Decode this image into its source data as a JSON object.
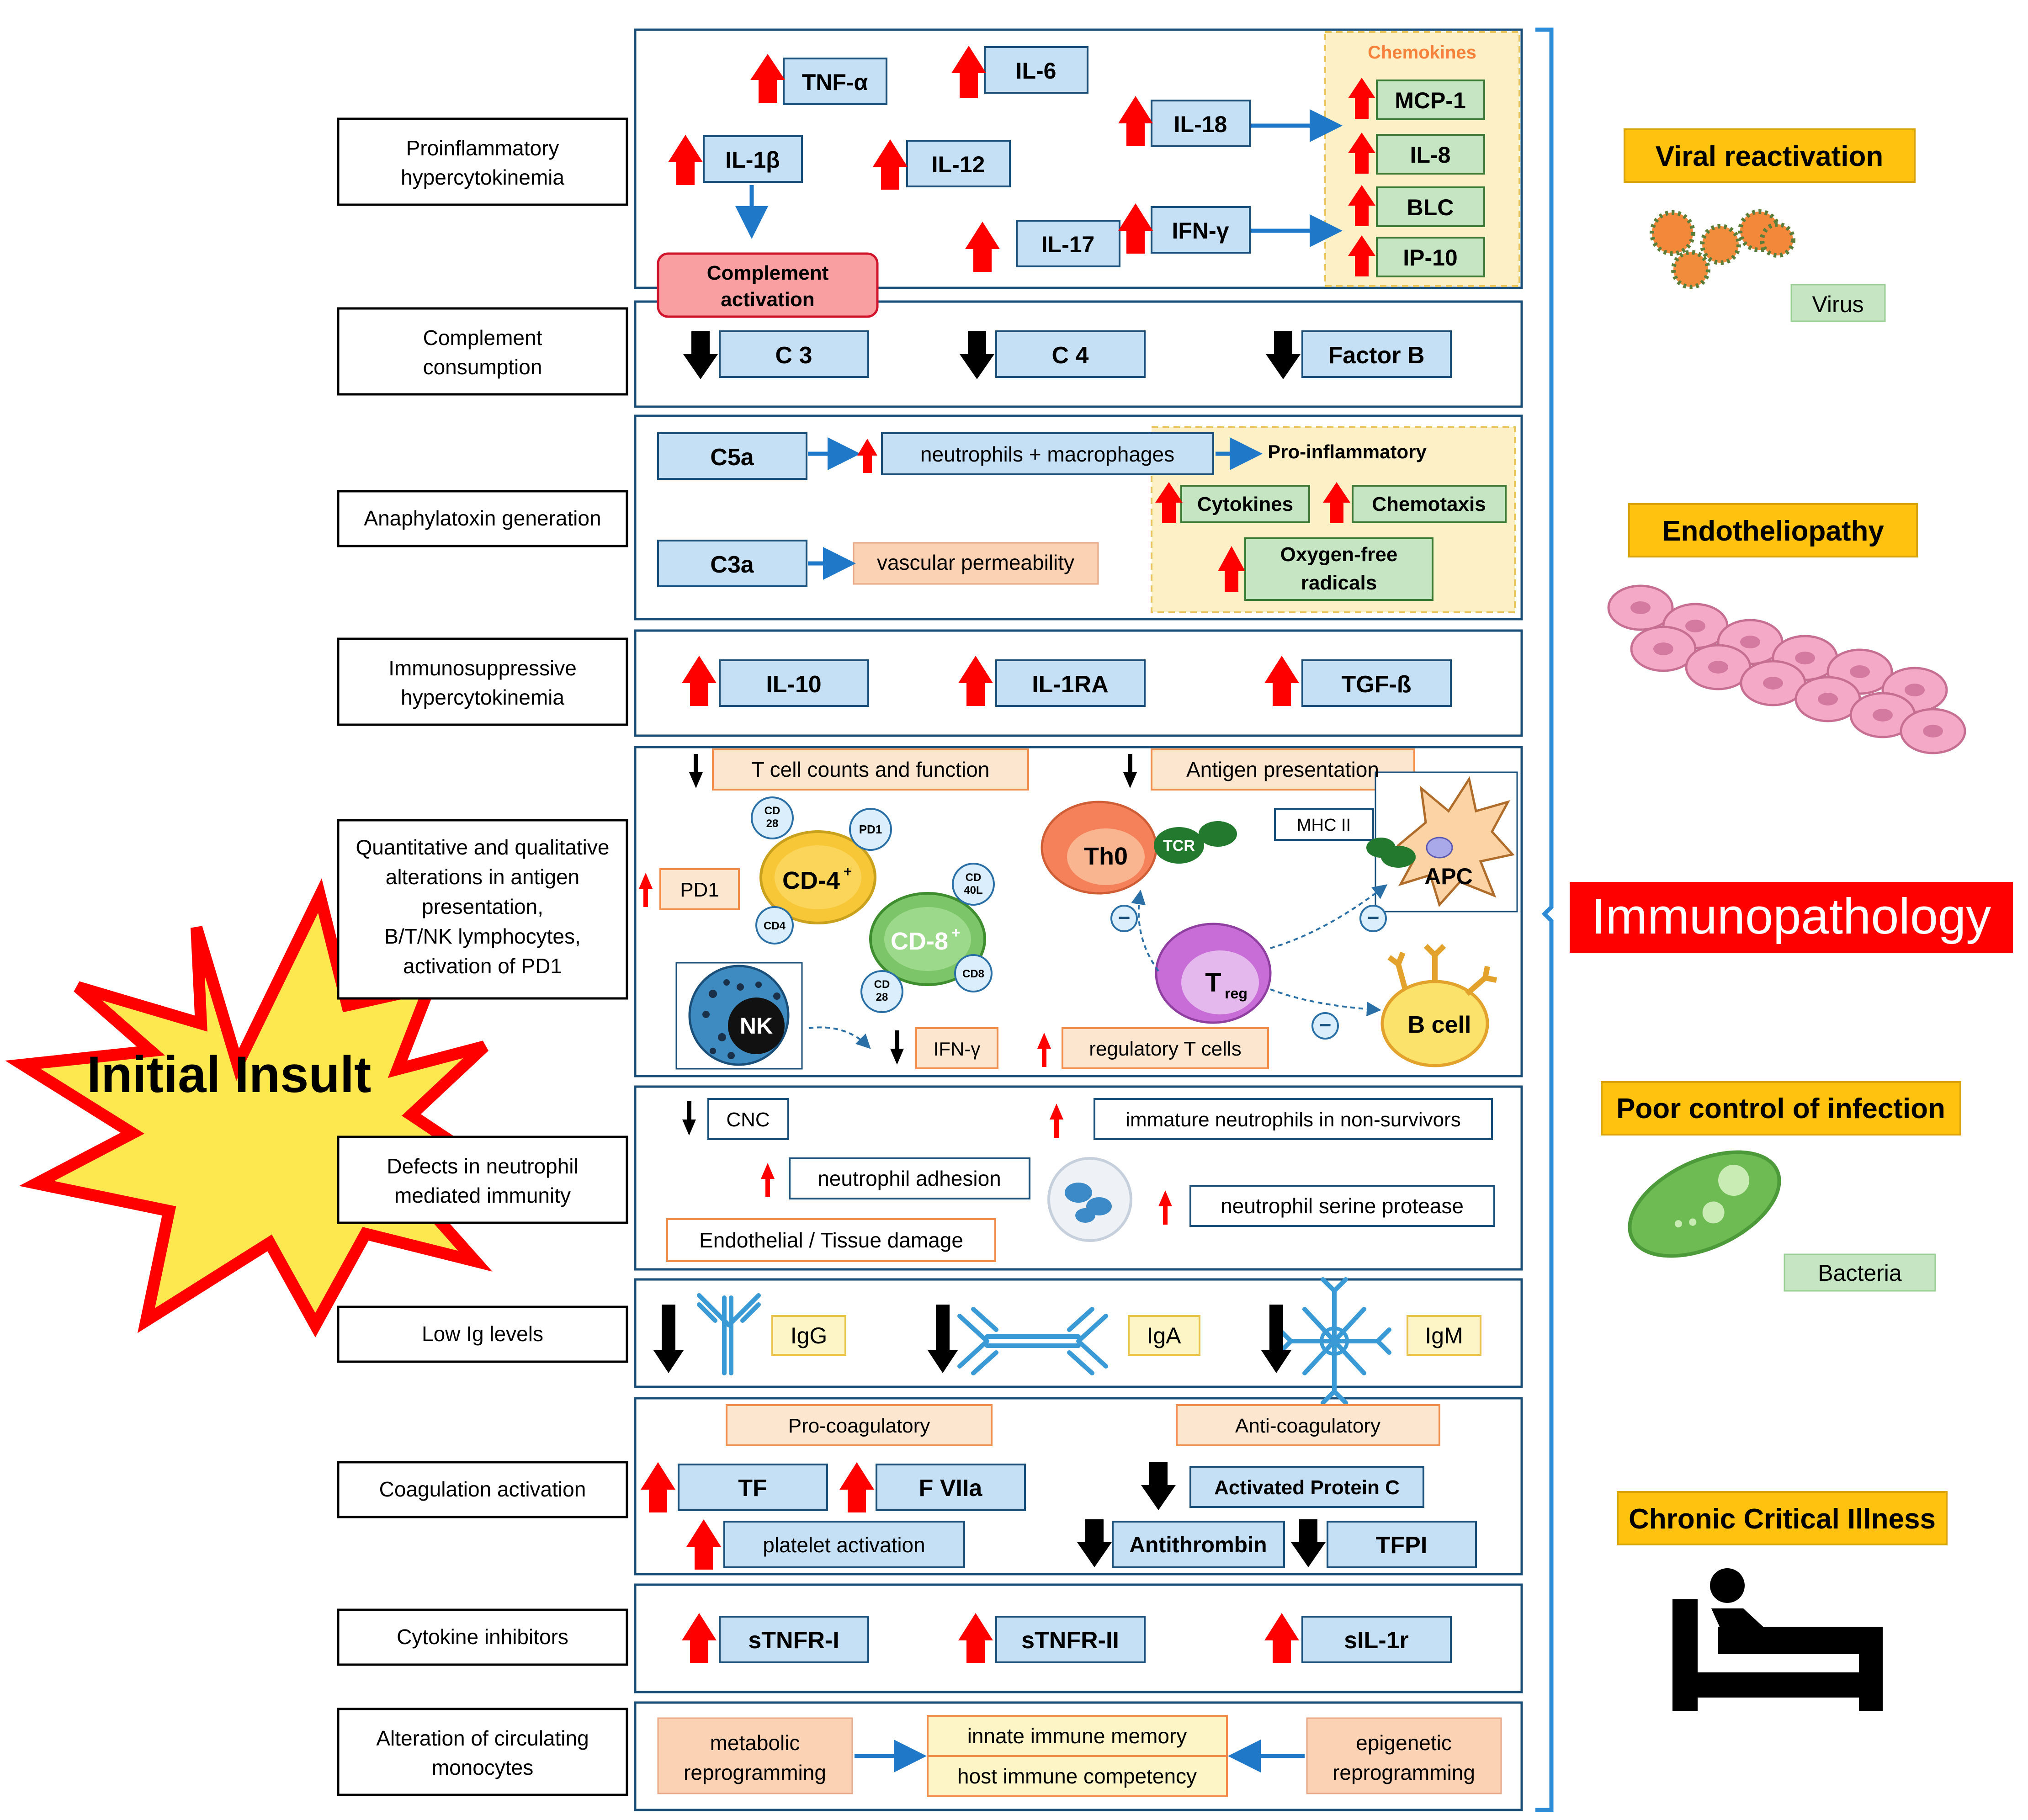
{
  "left_labels": [
    {
      "lines": [
        "Proinflammatory",
        "hypercytokinemia"
      ]
    },
    {
      "lines": [
        "Complement",
        "consumption"
      ]
    },
    {
      "lines": [
        "Anaphylatoxin generation"
      ]
    },
    {
      "lines": [
        "Immunosuppressive",
        "hypercytokinemia"
      ]
    },
    {
      "lines": [
        "Quantitative and qualitative",
        "alterations in antigen",
        "presentation,",
        "B/T/NK lymphocytes,",
        "activation of PD1"
      ]
    },
    {
      "lines": [
        "Defects in neutrophil",
        "mediated immunity"
      ]
    },
    {
      "lines": [
        "Low Ig levels"
      ]
    },
    {
      "lines": [
        "Coagulation activation"
      ]
    },
    {
      "lines": [
        "Cytokine inhibitors"
      ]
    },
    {
      "lines": [
        "Alteration of circulating",
        "monocytes"
      ]
    }
  ],
  "initial_insult": "Initial Insult",
  "p1": {
    "tnf": "TNF-α",
    "il6": "IL-6",
    "il1b": "IL-1β",
    "il12": "IL-12",
    "il17": "IL-17",
    "il18": "IL-18",
    "ifng": "IFN-γ",
    "chemokines_title": "Chemokines",
    "chemokines": [
      "MCP-1",
      "IL-8",
      "BLC",
      "IP-10"
    ],
    "complement": [
      "Complement",
      "activation"
    ]
  },
  "p2": {
    "c3": "C 3",
    "c4": "C 4",
    "factorb": "Factor B"
  },
  "p3": {
    "c5a": "C5a",
    "neutro": "neutrophils + macrophages",
    "proinf": "Pro-inflammatory",
    "cytokines": "Cytokines",
    "chemotaxis": "Chemotaxis",
    "oxygen": [
      "Oxygen-free",
      "radicals"
    ],
    "c3a": "C3a",
    "vascular": "vascular permeability"
  },
  "p4": {
    "il10": "IL-10",
    "il1ra": "IL-1RA",
    "tgf": "TGF-ß"
  },
  "p5": {
    "tcell": "T cell counts and function",
    "antigen": "Antigen presentation",
    "pd1_box": "PD1",
    "cd28": [
      "CD",
      "28"
    ],
    "pd1_circle": "PD1",
    "cd4_cell": "CD-4",
    "cd4_small": "CD4",
    "cd40l": [
      "CD",
      "40L"
    ],
    "cd8_cell": "CD-8",
    "cd8_small": "CD8",
    "plus": "+",
    "nk": "NK",
    "ifn": "IFN-γ",
    "th0": "Th0",
    "tcr": "TCR",
    "mhc": "MHC II",
    "apc": "APC",
    "treg": "T",
    "treg_sub": "reg",
    "bcell": "B cell",
    "regulatory": "regulatory T cells",
    "minus": "−"
  },
  "p6": {
    "cnc": "CNC",
    "immature": "immature neutrophils in non-survivors",
    "adhesion": "neutrophil adhesion",
    "serine": "neutrophil serine protease",
    "endothelial": "Endothelial / Tissue damage"
  },
  "p7": {
    "igg": "IgG",
    "iga": "IgA",
    "igm": "IgM"
  },
  "p8": {
    "pro": "Pro-coagulatory",
    "anti": "Anti-coagulatory",
    "tf": "TF",
    "fviia": "F VIIa",
    "platelet": "platelet activation",
    "apc": "Activated Protein C",
    "antithrombin": "Antithrombin",
    "tfpi": "TFPI"
  },
  "p9": {
    "s1": "sTNFR-I",
    "s2": "sTNFR-II",
    "s3": "sIL-1r"
  },
  "p10": {
    "metabolic": [
      "metabolic",
      "reprogramming"
    ],
    "innate": "innate immune memory",
    "host": "host immune competency",
    "epigenetic": [
      "epigenetic",
      "reprogramming"
    ]
  },
  "right": {
    "viral": "Viral reactivation",
    "virus": "Virus",
    "endo": "Endotheliopathy",
    "immuno": "Immunopathology",
    "poor": "Poor control of infection",
    "bacteria": "Bacteria",
    "chronic": "Chronic Critical Illness"
  },
  "colors": {
    "blue_box": "#c5e0f4",
    "green_box": "#c6e6c3",
    "peach_box": "#fbd2b4",
    "yellow_panel": "#fdf0c6",
    "orange_title": "#fdb813",
    "red_up": "#ff0000",
    "arrow_blue": "#1f78c8",
    "immuno_red": "#ff0000"
  }
}
